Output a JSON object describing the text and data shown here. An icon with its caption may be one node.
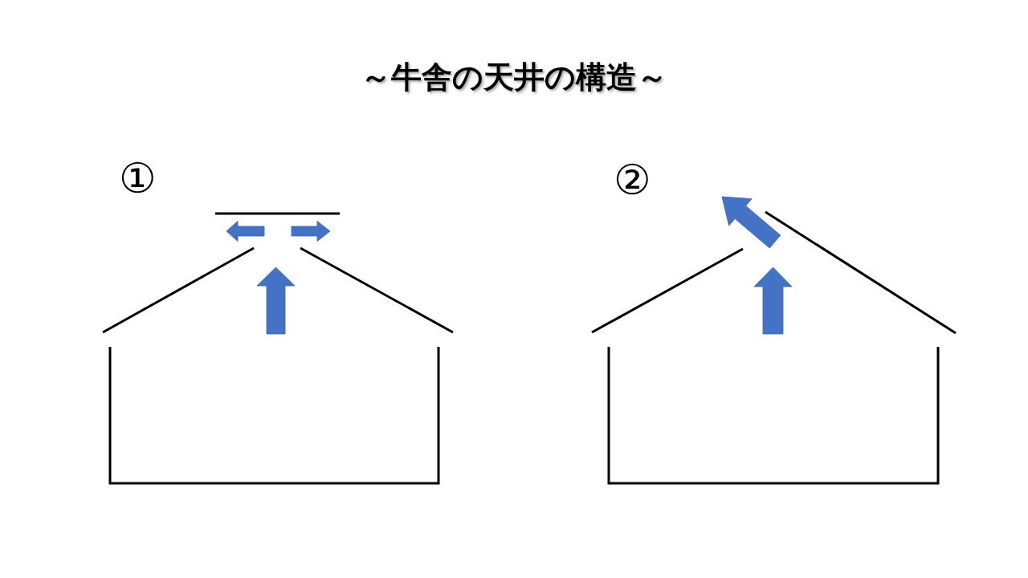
{
  "diagram": {
    "title": "～牛舎の天井の構造～",
    "labels": [
      "①",
      "②"
    ]
  }
}
